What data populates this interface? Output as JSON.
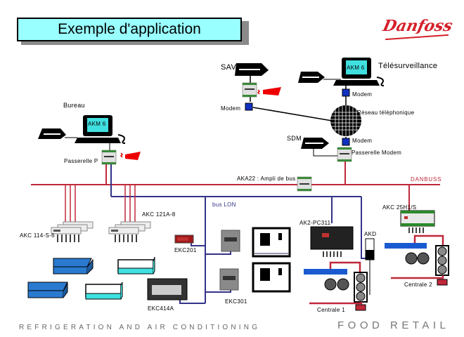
{
  "title": "Exemple d'application",
  "logo": "Danfoss",
  "colors": {
    "title_bg": "#99ffff",
    "danbuss": "#c0283a",
    "lon_bus": "#33338a",
    "modem": "#1030c0",
    "akm_screen": "#40e0e0",
    "logo": "#d4202a"
  },
  "labels": {
    "sav": "SAV",
    "telesurveillance": "Télésurveillance",
    "akm_top": "AKM 6",
    "akm_bureau": "AKM 6",
    "modem_right": "Modem",
    "modem_left": "Modem",
    "modem_sdm": "Modem",
    "reseau": "Réseau téléphonique",
    "bureau": "Bureau",
    "sdm": "SDM",
    "passerelle_modem": "Passerelle Modem",
    "passerelle_p": "Passerelle P",
    "aka22": "AKA22 : Ampli de bus",
    "danbuss": "DANBUSS",
    "bus_lon": "bus LON",
    "akc121": "AKC 121A-8",
    "akc114": "AKC 114-S-6",
    "akc25": "AKC 25H1/S",
    "ak2pc": "AK2-PC311",
    "akd": "AKD",
    "ekc201": "EKC201",
    "ekc301": "EKC301",
    "ekc414": "EKC414A",
    "centrale1": "Centrale 1",
    "centrale2": "Centrale 2"
  },
  "footer": {
    "left": "REFRIGERATION AND AIR CONDITIONING",
    "right": "FOOD RETAIL"
  }
}
